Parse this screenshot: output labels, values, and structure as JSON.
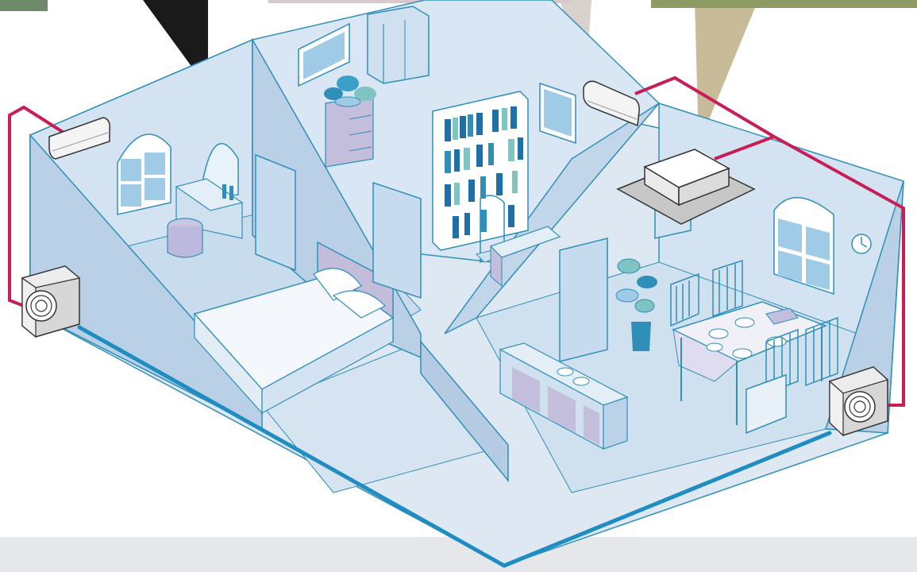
{
  "scene": {
    "subject": "isometric-house-air-conditioning",
    "rooms": [
      {
        "id": "bedroom",
        "furniture": [
          "bed",
          "vanity-with-mirror",
          "stool",
          "door",
          "arched-window"
        ]
      },
      {
        "id": "study",
        "furniture": [
          "wardrobe",
          "chest-of-drawers",
          "plant",
          "bookshelf",
          "chair",
          "desk",
          "window"
        ]
      },
      {
        "id": "dining-living",
        "furniture": [
          "door",
          "potted-plant",
          "low-cabinet",
          "tea-set",
          "dining-table",
          "chairs",
          "clock",
          "arched-window"
        ]
      }
    ],
    "indoor_units": [
      {
        "id": "wall-ac-left",
        "type": "wall-mounted"
      },
      {
        "id": "wall-ac-center",
        "type": "wall-mounted"
      },
      {
        "id": "ceiling-cassette",
        "type": "ceiling-cassette"
      }
    ],
    "outdoor_units": [
      {
        "id": "outdoor-unit-left"
      },
      {
        "id": "outdoor-unit-right"
      }
    ],
    "piping": [
      "refrigerant-line-left",
      "refrigerant-line-right"
    ]
  },
  "colors": {
    "wall_fill": "#d8e6f4",
    "wall_stroke": "#2f8fb8",
    "floor_fill": "#c4d9ec",
    "base_line": "#1f8cc2",
    "pipe_line": "#c81e57",
    "bottom_band": "#e5e7ea",
    "unit_white": "#f4f4f4",
    "unit_gray": "#d7d7d7",
    "book_blue": "#1f6fa8",
    "book_teal": "#7fc3c2"
  }
}
